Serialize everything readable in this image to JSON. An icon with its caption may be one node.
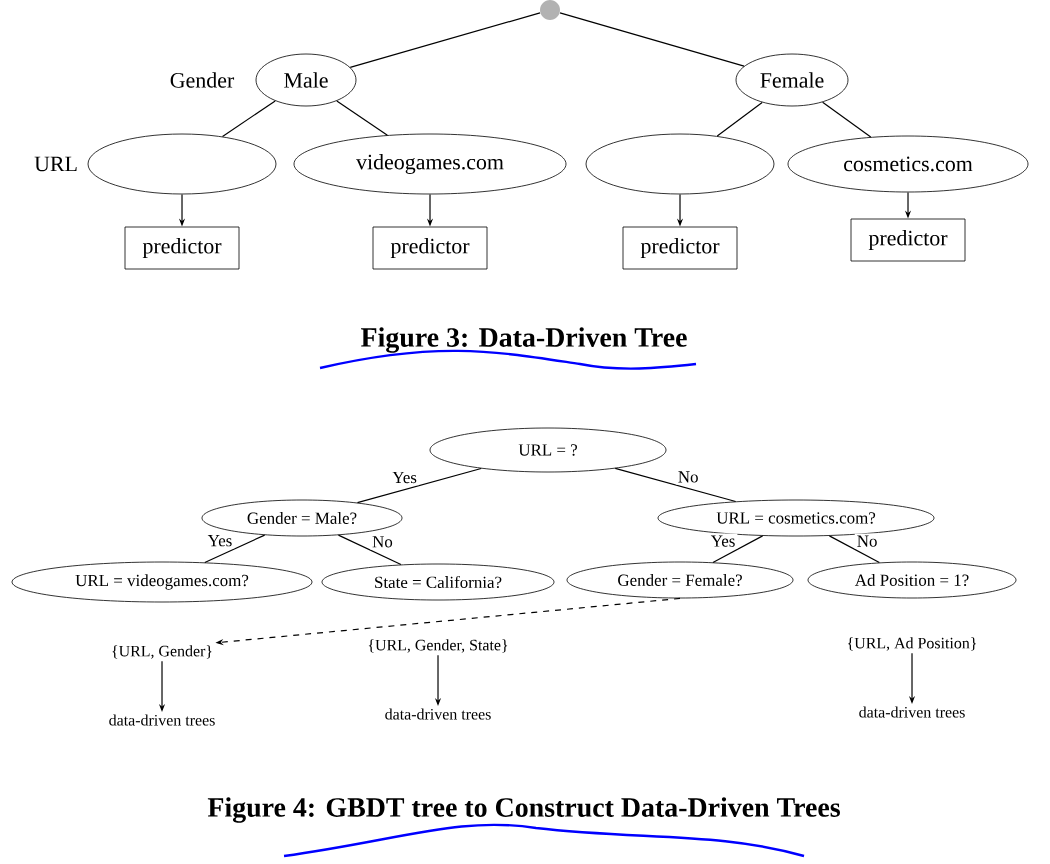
{
  "diagram": {
    "nodes": [
      {
        "text": [],
        "shape": "circle"
      },
      {
        "text": [
          "Male"
        ]
      },
      {
        "text": [
          "Female"
        ]
      },
      {
        "text": [],
        "shape": "ellipse"
      },
      {
        "text": [
          "videogames.com"
        ]
      },
      {
        "text": [],
        "shape": "ellipse"
      },
      {
        "text": [
          "cosmetics.com"
        ]
      },
      {
        "text": [
          "predictor"
        ]
      },
      {
        "text": [
          "predictor"
        ]
      },
      {
        "text": [
          "predictor"
        ]
      },
      {
        "text": [
          "predictor"
        ]
      },
      {
        "text": [
          "URL = ?"
        ]
      },
      {
        "text": [
          "Gender = Male?"
        ]
      },
      {
        "text": [
          "URL = cosmetics.com?"
        ]
      },
      {
        "text": [
          "URL = videogames.com?"
        ]
      },
      {
        "text": [
          "State = California?"
        ]
      },
      {
        "text": [
          "Gender = Female?"
        ]
      },
      {
        "text": [
          "Ad Position = 1?"
        ]
      },
      {
        "text": [
          "{URL, Gender}"
        ]
      },
      {
        "text": [
          "data-driven trees"
        ]
      },
      {
        "text": [
          "{URL, Gender, State}"
        ]
      },
      {
        "text": [
          "data-driven trees"
        ]
      },
      {
        "text": [
          "{URL, Ad Position}"
        ]
      },
      {
        "text": [
          "data-driven trees"
        ]
      }
    ],
    "edges": [
      {
        "from": 0,
        "to": 1,
        "arrow": "none"
      },
      {
        "from": 0,
        "to": 2,
        "arrow": "none"
      },
      {
        "from": 1,
        "to": 3,
        "arrow": "none"
      },
      {
        "from": 1,
        "to": 4,
        "arrow": "none"
      },
      {
        "from": 2,
        "to": 5,
        "arrow": "none"
      },
      {
        "from": 2,
        "to": 6,
        "arrow": "none"
      },
      {
        "from": 3,
        "to": 7,
        "arrow": "to"
      },
      {
        "from": 4,
        "to": 8,
        "arrow": "to"
      },
      {
        "from": 5,
        "to": 9,
        "arrow": "to"
      },
      {
        "from": 6,
        "to": 10,
        "arrow": "to"
      },
      {
        "from": 11,
        "to": 12,
        "arrow": "none",
        "label": "Yes"
      },
      {
        "from": 11,
        "to": 13,
        "arrow": "none",
        "label": "No"
      },
      {
        "from": 12,
        "to": 14,
        "arrow": "none",
        "label": "Yes"
      },
      {
        "from": 12,
        "to": 15,
        "arrow": "none",
        "label": "No"
      },
      {
        "from": 13,
        "to": 16,
        "arrow": "none",
        "label": "Yes"
      },
      {
        "from": 13,
        "to": 17,
        "arrow": "none",
        "label": "No"
      },
      {
        "from": 16,
        "to": 18,
        "arrow": "to",
        "style": "dashed"
      },
      {
        "from": 18,
        "to": 19,
        "arrow": "to"
      },
      {
        "from": 20,
        "to": 21,
        "arrow": "to"
      },
      {
        "from": 22,
        "to": 23,
        "arrow": "to"
      }
    ],
    "labels": [
      "Gender",
      "URL",
      "Figure 3: Data-Driven Tree",
      "Figure 4: GBDT tree to Construct Data-Driven Trees"
    ]
  }
}
